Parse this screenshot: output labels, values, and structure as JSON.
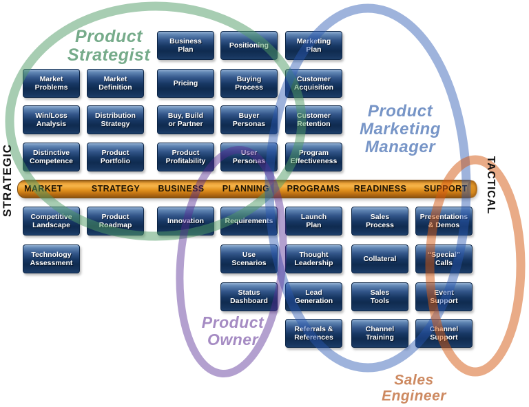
{
  "diagram": {
    "left_axis_label": "STRATEGIC",
    "right_axis_label": "TACTICAL"
  },
  "bar": {
    "color": "#E89B2E",
    "categories": [
      "MARKET",
      "STRATEGY",
      "BUSINESS",
      "PLANNING",
      "PROGRAMS",
      "READINESS",
      "SUPPORT"
    ]
  },
  "roles": [
    {
      "id": "product-strategist",
      "text": "Product\nStrategist",
      "color": "#76ab8a",
      "ellipse_color": "#4f9b65"
    },
    {
      "id": "product-marketing-manager",
      "text": "Product\nMarketing\nManager",
      "color": "#7795c7",
      "ellipse_color": "#2757b1"
    },
    {
      "id": "product-owner",
      "text": "Product\nOwner",
      "color": "#a58bc3",
      "ellipse_color": "#562c95"
    },
    {
      "id": "sales-engineer",
      "text": "Sales\nEngineer",
      "color": "#cd8960",
      "ellipse_color": "#d3570f"
    }
  ],
  "boxes": [
    {
      "row": 0,
      "col": 2,
      "label": "Business\nPlan"
    },
    {
      "row": 0,
      "col": 3,
      "label": "Positioning"
    },
    {
      "row": 0,
      "col": 4,
      "label": "Marketing\nPlan"
    },
    {
      "row": 1,
      "col": 0,
      "label": "Market\nProblems"
    },
    {
      "row": 1,
      "col": 1,
      "label": "Market\nDefinition"
    },
    {
      "row": 1,
      "col": 2,
      "label": "Pricing"
    },
    {
      "row": 1,
      "col": 3,
      "label": "Buying\nProcess"
    },
    {
      "row": 1,
      "col": 4,
      "label": "Customer\nAcquisition"
    },
    {
      "row": 2,
      "col": 0,
      "label": "Win/Loss\nAnalysis"
    },
    {
      "row": 2,
      "col": 1,
      "label": "Distribution\nStrategy"
    },
    {
      "row": 2,
      "col": 2,
      "label": "Buy, Build\nor Partner"
    },
    {
      "row": 2,
      "col": 3,
      "label": "Buyer\nPersonas"
    },
    {
      "row": 2,
      "col": 4,
      "label": "Customer\nRetention"
    },
    {
      "row": 3,
      "col": 0,
      "label": "Distinctive\nCompetence"
    },
    {
      "row": 3,
      "col": 1,
      "label": "Product\nPortfolio"
    },
    {
      "row": 3,
      "col": 2,
      "label": "Product\nProfitability"
    },
    {
      "row": 3,
      "col": 3,
      "label": "User\nPersonas"
    },
    {
      "row": 3,
      "col": 4,
      "label": "Program\nEffectiveness"
    },
    {
      "row": 4,
      "col": 0,
      "label": "Competitive\nLandscape"
    },
    {
      "row": 4,
      "col": 1,
      "label": "Product\nRoadmap"
    },
    {
      "row": 4,
      "col": 2,
      "label": "Innovation"
    },
    {
      "row": 4,
      "col": 3,
      "label": "Requirements"
    },
    {
      "row": 4,
      "col": 4,
      "label": "Launch\nPlan"
    },
    {
      "row": 4,
      "col": 5,
      "label": "Sales\nProcess"
    },
    {
      "row": 4,
      "col": 6,
      "label": "Presentations\n& Demos"
    },
    {
      "row": 5,
      "col": 0,
      "label": "Technology\nAssessment"
    },
    {
      "row": 5,
      "col": 3,
      "label": "Use\nScenarios"
    },
    {
      "row": 5,
      "col": 4,
      "label": "Thought\nLeadership"
    },
    {
      "row": 5,
      "col": 5,
      "label": "Collateral"
    },
    {
      "row": 5,
      "col": 6,
      "label": "“Special”\nCalls"
    },
    {
      "row": 6,
      "col": 3,
      "label": "Status\nDashboard"
    },
    {
      "row": 6,
      "col": 4,
      "label": "Lead\nGeneration"
    },
    {
      "row": 6,
      "col": 5,
      "label": "Sales\nTools"
    },
    {
      "row": 6,
      "col": 6,
      "label": "Event\nSupport"
    },
    {
      "row": 7,
      "col": 4,
      "label": "Referrals &\nReferences"
    },
    {
      "row": 7,
      "col": 5,
      "label": "Channel\nTraining"
    },
    {
      "row": 7,
      "col": 6,
      "label": "Channel\nSupport"
    }
  ]
}
